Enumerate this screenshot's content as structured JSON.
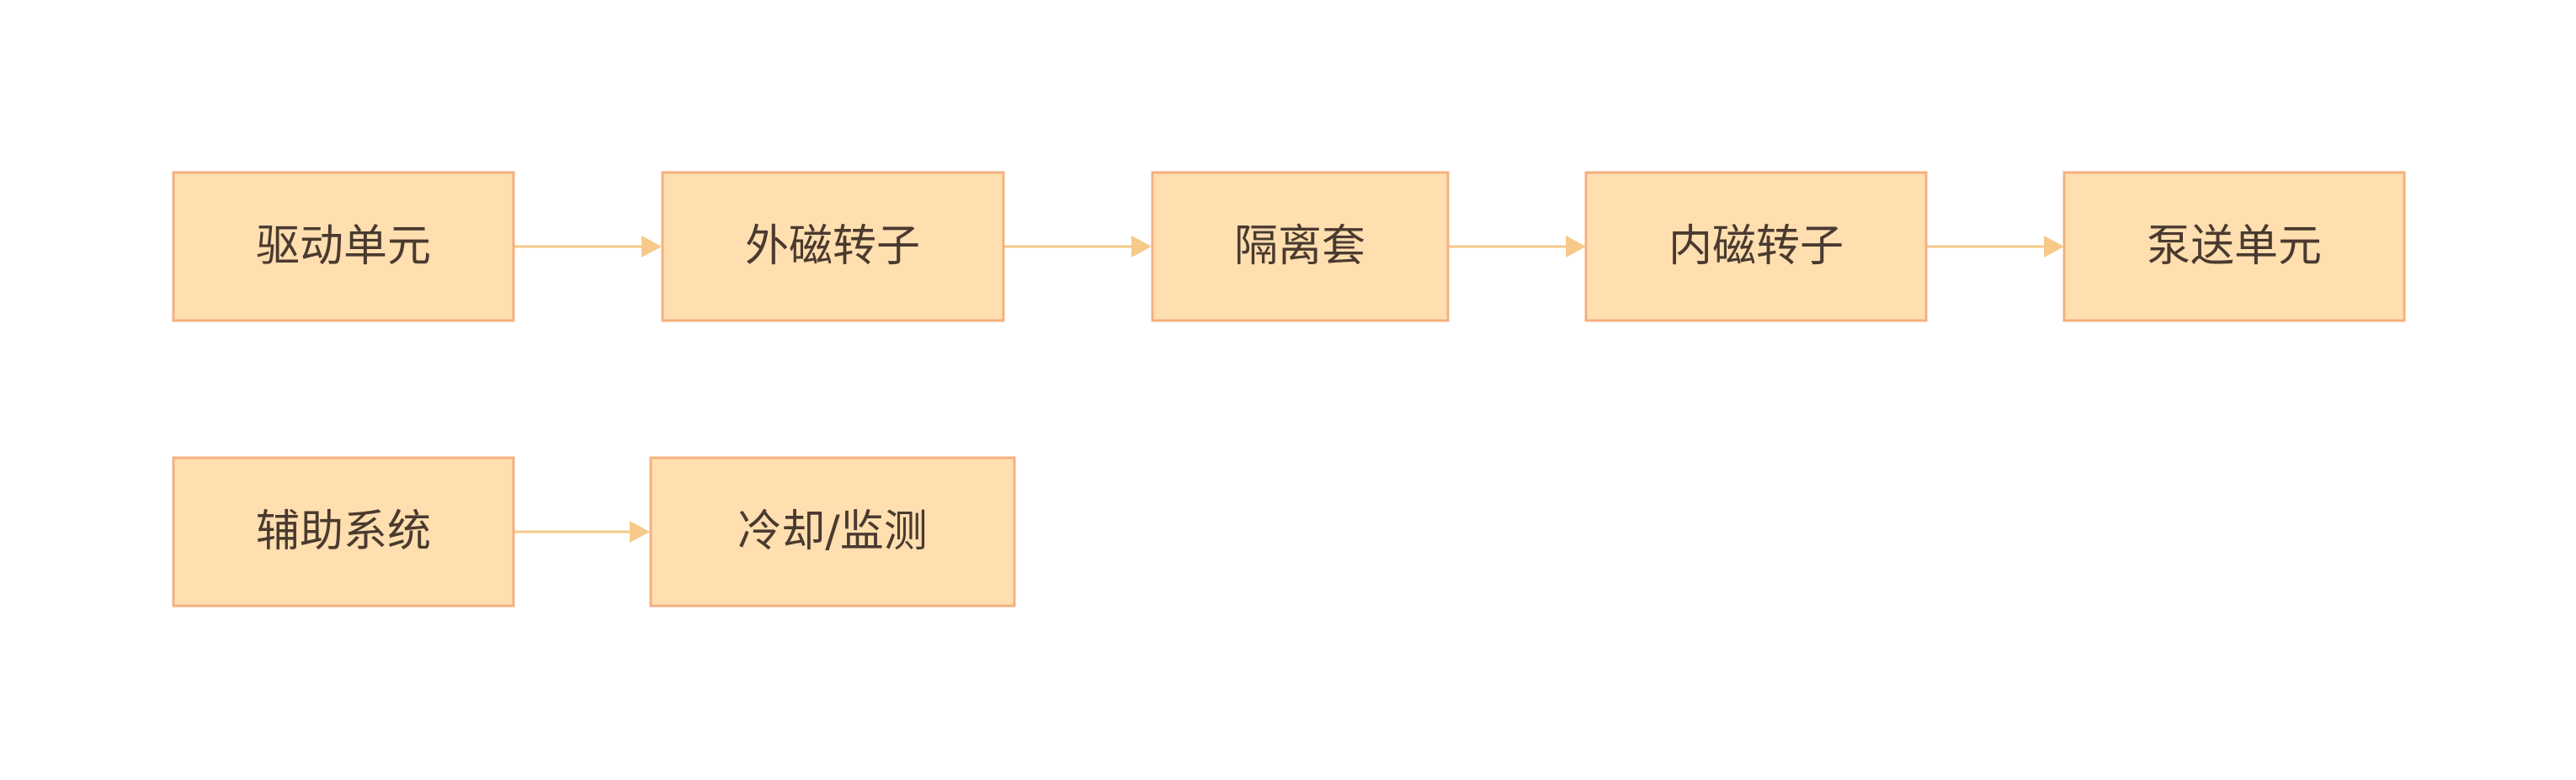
{
  "diagram": {
    "rows": [
      {
        "nodes": [
          {
            "id": "drive",
            "label": "驱动单元"
          },
          {
            "id": "outer-rotor",
            "label": "外磁转子"
          },
          {
            "id": "isolation-sleeve",
            "label": "隔离套"
          },
          {
            "id": "inner-rotor",
            "label": "内磁转子"
          },
          {
            "id": "pump",
            "label": "泵送单元"
          }
        ]
      },
      {
        "nodes": [
          {
            "id": "auxiliary",
            "label": "辅助系统"
          },
          {
            "id": "cooling",
            "label": "冷却/监测"
          }
        ]
      }
    ],
    "edges": [
      {
        "from": "drive",
        "to": "outer-rotor"
      },
      {
        "from": "outer-rotor",
        "to": "isolation-sleeve"
      },
      {
        "from": "isolation-sleeve",
        "to": "inner-rotor"
      },
      {
        "from": "inner-rotor",
        "to": "pump"
      },
      {
        "from": "auxiliary",
        "to": "cooling"
      }
    ],
    "colors": {
      "node_fill": "#ffdfb0",
      "node_stroke": "#f5b080",
      "edge": "#f7c98a",
      "text": "#4a3a2f"
    }
  }
}
